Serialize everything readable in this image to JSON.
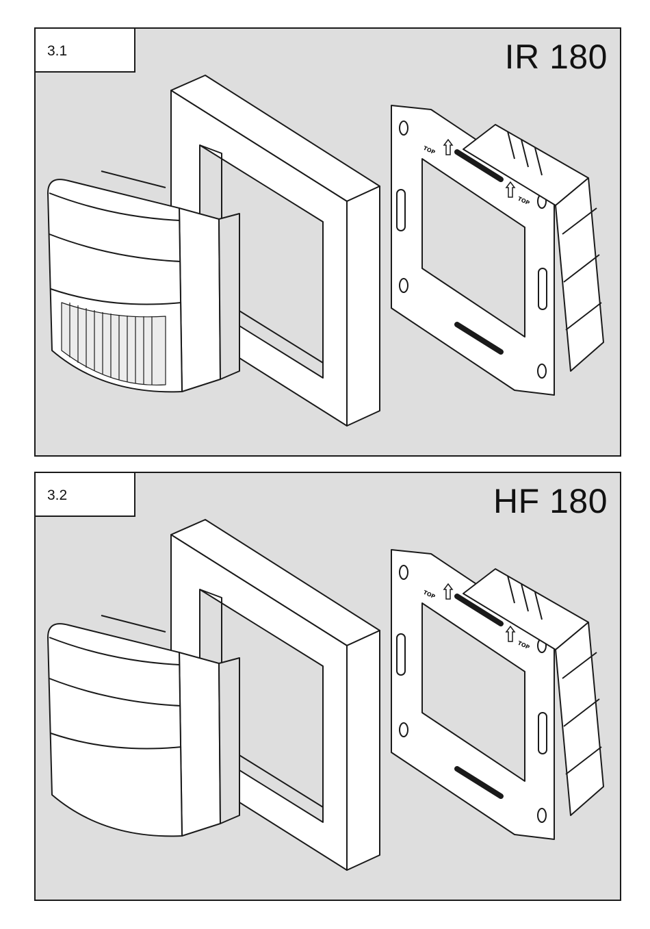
{
  "figures": [
    {
      "number": "3.1",
      "model": "IR 180",
      "variant": "ir",
      "top_labels": [
        "TOP",
        "TOP"
      ]
    },
    {
      "number": "3.2",
      "model": "HF 180",
      "variant": "hf",
      "top_labels": [
        "TOP",
        "TOP"
      ]
    }
  ],
  "colors": {
    "panel_background": "#dedede",
    "outline": "#1a1a1a",
    "part_fill": "#ffffff"
  }
}
